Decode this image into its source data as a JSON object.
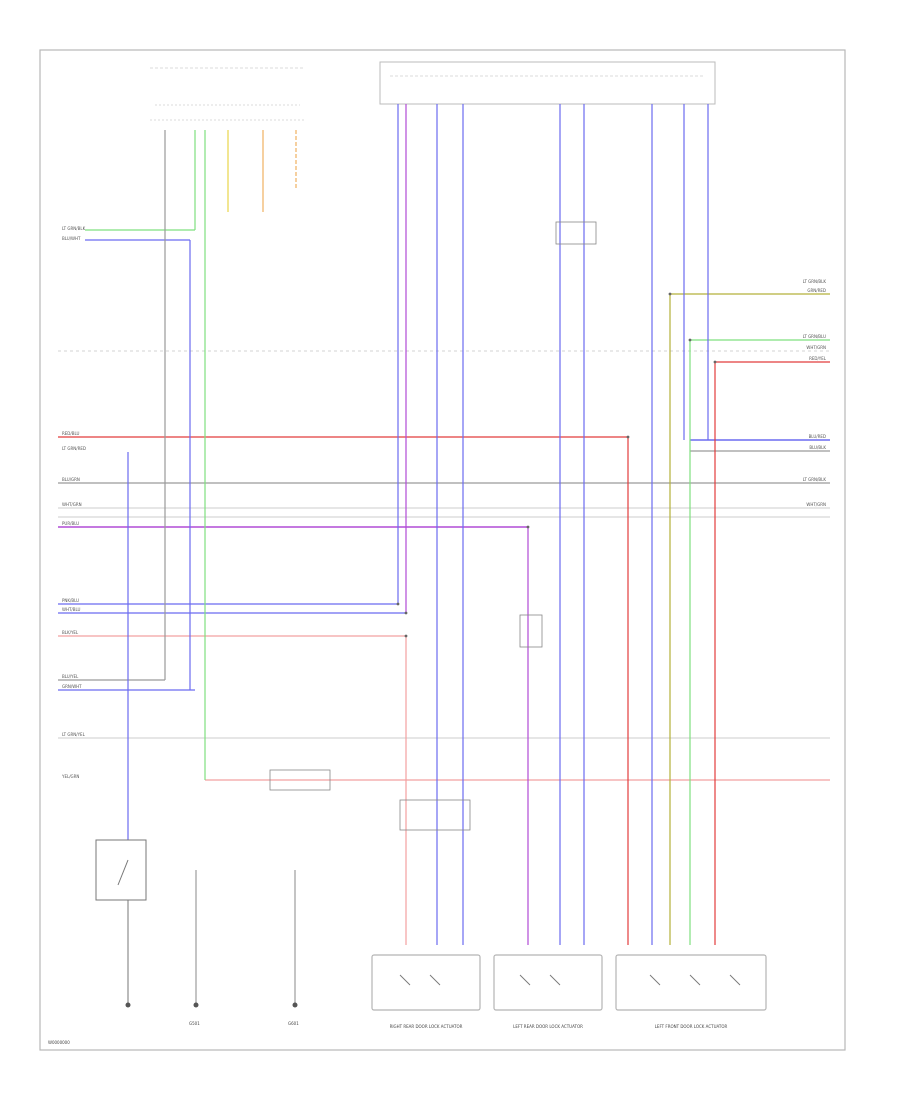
{
  "diagram": {
    "colors": {
      "red": "#e23c3c",
      "pink": "#f2a0a0",
      "blue": "#6b6bf0",
      "violet": "#b04bd6",
      "green": "#7fe07f",
      "olive": "#b5b03a",
      "gray": "#9a9a9a",
      "orange": "#f0b060",
      "yellow": "#e8d44a",
      "frame": "#b8b8b8"
    },
    "left_wire_labels": [
      "LT GRN/BLK",
      "BLU/WHT",
      "RED/BLU",
      "LT GRN/RED",
      "BLU/GRN",
      "WHT/GRN",
      "PUR/BLU",
      "PNK/BLU",
      "WHT/BLU",
      "BLK/YEL",
      "BLU/YEL",
      "GRN/WHT",
      "LT GRN/YEL",
      "YEL/GRN"
    ],
    "right_wire_labels": [
      "LT GRN/BLK",
      "GRN/RED",
      "LT GRN/BLU",
      "WHT/GRN",
      "RED/YEL",
      "BLU/RED",
      "BLU/BLK",
      "LT GRN/BLK",
      "WHT/GRN"
    ],
    "bottom_captions": [
      "RIGHT REAR DOOR LOCK ACTUATOR",
      "LEFT REAR DOOR LOCK ACTUATOR",
      "LEFT FRONT DOOR LOCK ACTUATOR"
    ],
    "ground_labels": [
      "G501",
      "G601"
    ],
    "corner_text": "W0000000"
  }
}
